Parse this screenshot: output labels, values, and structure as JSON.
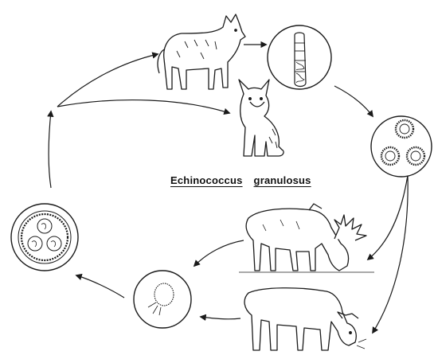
{
  "title": {
    "genus": "Echinococcus",
    "species": "granulosus"
  },
  "stages": [
    {
      "name": "definitive-host-wolf",
      "icon": "wolf-icon"
    },
    {
      "name": "definitive-host-dog",
      "icon": "husky-dog-icon"
    },
    {
      "name": "adult-tapeworm",
      "icon": "tapeworm-icon"
    },
    {
      "name": "eggs",
      "icon": "egg-cluster-icon"
    },
    {
      "name": "intermediate-host-moose",
      "icon": "moose-icon"
    },
    {
      "name": "intermediate-host-cow",
      "icon": "cow-icon"
    },
    {
      "name": "oncosphere",
      "icon": "oncosphere-icon"
    },
    {
      "name": "hydatid-cyst",
      "icon": "hydatid-cyst-icon"
    }
  ],
  "colors": {
    "line": "#1a1a1a",
    "fill": "#ffffff"
  }
}
